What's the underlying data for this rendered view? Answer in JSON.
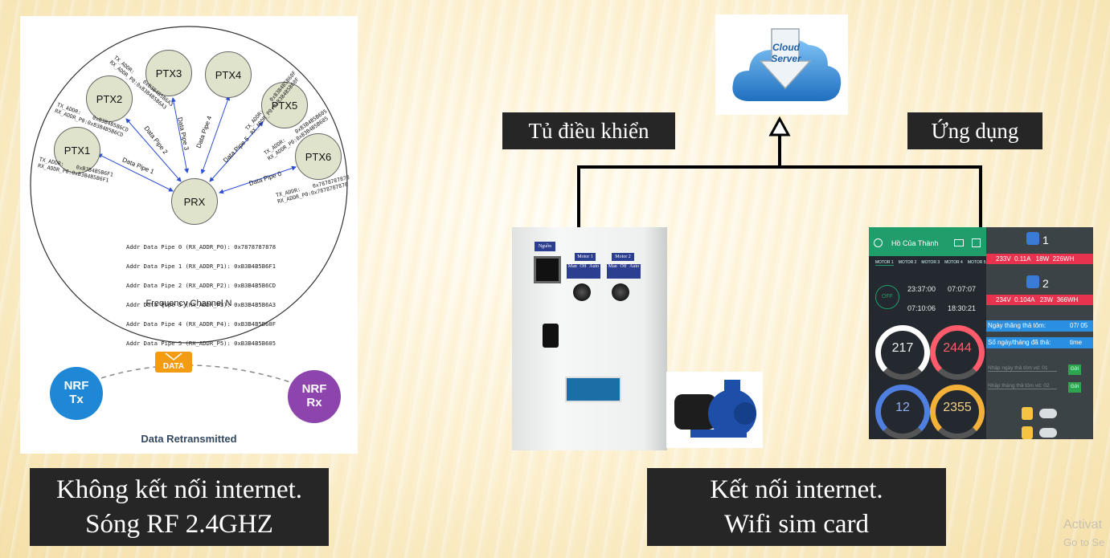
{
  "rf_diagram": {
    "nodes": [
      "PTX1",
      "PTX2",
      "PTX3",
      "PTX4",
      "PTX5",
      "PTX6",
      "PRX"
    ],
    "pipes": [
      "Data Pipe 1",
      "Data Pipe 2",
      "Data Pipe 3",
      "Data Pipe 4",
      "Data Pipe 5",
      "Data Pipe 0"
    ],
    "tx_addresses": [
      {
        "tx": "TX_ADDR:    0xB3B4B5B6F1",
        "rx": "RX_ADDR_P0:0xB3B4B5B6F1"
      },
      {
        "tx": "TX_ADDR:    0xB3B4B5B6CD",
        "rx": "RX_ADDR_P0:0xB3B4B5B6CD"
      },
      {
        "tx": "TX_ADDR:    0xB3B4B5B6A3",
        "rx": "RX_ADDR_P0:0xB3B4B5B6A3"
      },
      {
        "tx": "TX_ADDR:    0xB3B4B5B60F",
        "rx": "RX_ADDR_P0:0xB3B4B5B60F"
      },
      {
        "tx": "TX_ADDR:    0xB3B4B5B605",
        "rx": "RX_ADDR_P0:0xB3B4B5B605"
      },
      {
        "tx": "TX_ADDR:    0x7878787878",
        "rx": "RX_ADDR_P0:0x7878787878"
      }
    ],
    "addr_list": [
      "Addr Data Pipe 0 (RX_ADDR_P0): 0x7878787878",
      "Addr Data Pipe 1 (RX_ADDR_P1): 0xB3B4B5B6F1",
      "Addr Data Pipe 2 (RX_ADDR_P2): 0xB3B4B5B6CD",
      "Addr Data Pipe 3 (RX_ADDR_P3): 0xB3B4B5B6A3",
      "Addr Data Pipe 4 (RX_ADDR_P4): 0xB3B4B5B60F",
      "Addr Data Pipe 5 (RX_ADDR_P5): 0xB3B4B5B605"
    ],
    "frequency_label": "Frequency Channel N",
    "nrf_tx": [
      "NRF",
      "Tx"
    ],
    "nrf_rx": [
      "NRF",
      "Rx"
    ],
    "data_badge": "DATA",
    "retransmit_label": "Data Retransmitted"
  },
  "cloud": {
    "line1": "Cloud",
    "line2": "Server"
  },
  "labels": {
    "cabinet": "Tủ điều khiển",
    "app": "Ứng dụng",
    "left_caption": [
      "Không kết nối internet.",
      "Sóng RF 2.4GHZ"
    ],
    "right_caption": [
      "Kết nối internet.",
      "Wifi sim card"
    ]
  },
  "cabinet_panel": {
    "power_label": "Nguồn",
    "motor1": "Motor 1",
    "motor2": "Motor 2",
    "switch_positions": [
      "Man",
      "Off",
      "Auto"
    ]
  },
  "app_screen": {
    "title": "Hồ Của Thành",
    "tabs": [
      "MOTOR 1",
      "MOTOR 2",
      "MOTOR 3",
      "MOTOR 4",
      "MOTOR 5"
    ],
    "status": "OFF",
    "times": [
      "23:37:00",
      "07:07:07",
      "07:10:06",
      "18:30:21"
    ],
    "gauges": [
      {
        "value": "217",
        "color": "#ffffff"
      },
      {
        "value": "2444",
        "color": "#ff5b6b"
      },
      {
        "value": "12",
        "color": "#4f7fe0"
      },
      {
        "value": "2355",
        "color": "#f3b13a"
      }
    ],
    "motor_rows": [
      {
        "num": "1",
        "readings": "233V  0.11A   18W  226WH"
      },
      {
        "num": "2",
        "readings": "234V  0.104A   23W  366WH"
      }
    ],
    "info_rows": [
      {
        "label": "Ngày thăng thả tôm:",
        "value": "07/ 05"
      },
      {
        "label": "Số ngày/tháng đã thả:",
        "value": "time"
      }
    ],
    "inputs": [
      "Nhập ngày thả tôm vd: 01",
      "Nhập tháng thả tôm vd: 02"
    ],
    "send_label": "Gửi"
  },
  "watermark": [
    "Activat",
    "Go to Se"
  ],
  "colors": {
    "caption_bg": "#262626",
    "app_accent": "#e8334f",
    "app_header": "#1f9e6b",
    "nrf_tx": "#1e88d6",
    "nrf_rx": "#8e44ad"
  }
}
